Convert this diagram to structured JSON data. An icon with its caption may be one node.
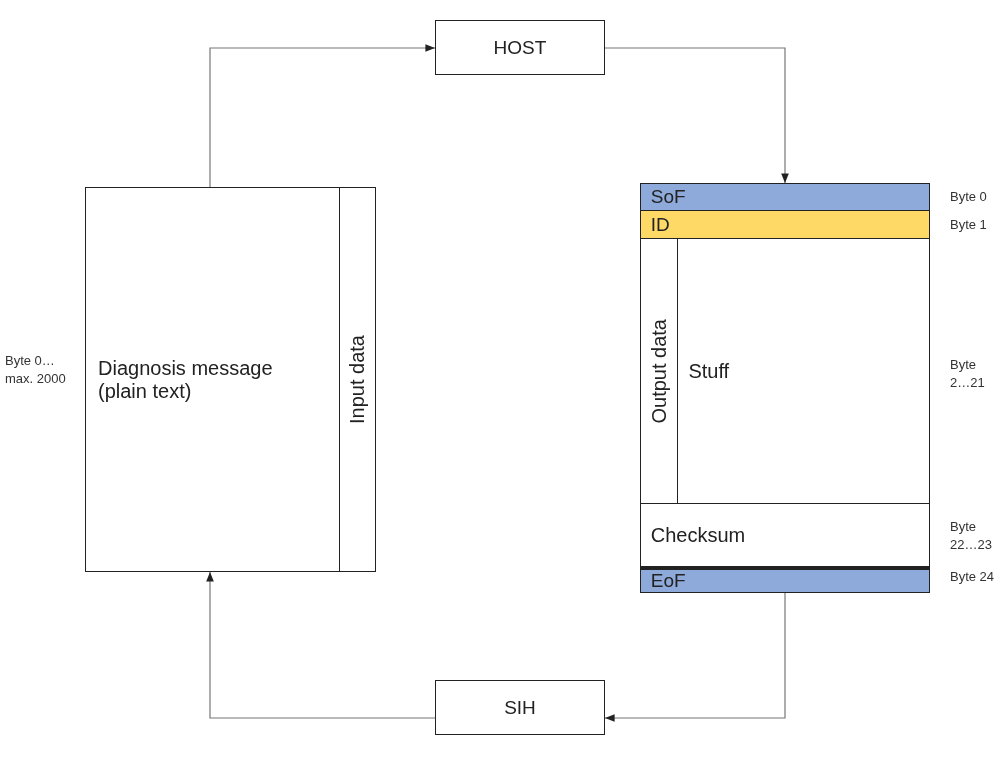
{
  "diagram": {
    "nodes": [
      {
        "text": [
          "HOST"
        ]
      },
      {
        "text": [
          "Diagnosis message (plain text)"
        ],
        "beside": [
          "Byte 0… max. 2000"
        ]
      },
      {
        "text": [
          "Input data"
        ],
        "in": 1
      },
      {
        "text": [],
        "shape": "box"
      },
      {
        "text": [
          "SoF"
        ],
        "in": 3,
        "beside": [
          "Byte 0"
        ]
      },
      {
        "text": [
          "ID"
        ],
        "in": 3,
        "beside": [
          "Byte 1"
        ]
      },
      {
        "text": [
          "Output data"
        ],
        "in": 3
      },
      {
        "text": [
          "Stuff"
        ],
        "in": 3,
        "beside": [
          "Byte 2…21"
        ]
      },
      {
        "text": [
          "Checksum"
        ],
        "in": 3,
        "beside": [
          "Byte 22…23"
        ]
      },
      {
        "text": [
          "EoF"
        ],
        "in": 3,
        "beside": [
          "Byte 24"
        ]
      },
      {
        "text": [
          "SIH"
        ]
      }
    ],
    "edges": [
      {
        "from": 1,
        "to": 0,
        "arrow": "to"
      },
      {
        "from": 0,
        "to": 3,
        "arrow": "to"
      },
      {
        "from": 3,
        "to": 10,
        "arrow": "to"
      },
      {
        "from": 10,
        "to": 1,
        "arrow": "to"
      }
    ]
  }
}
